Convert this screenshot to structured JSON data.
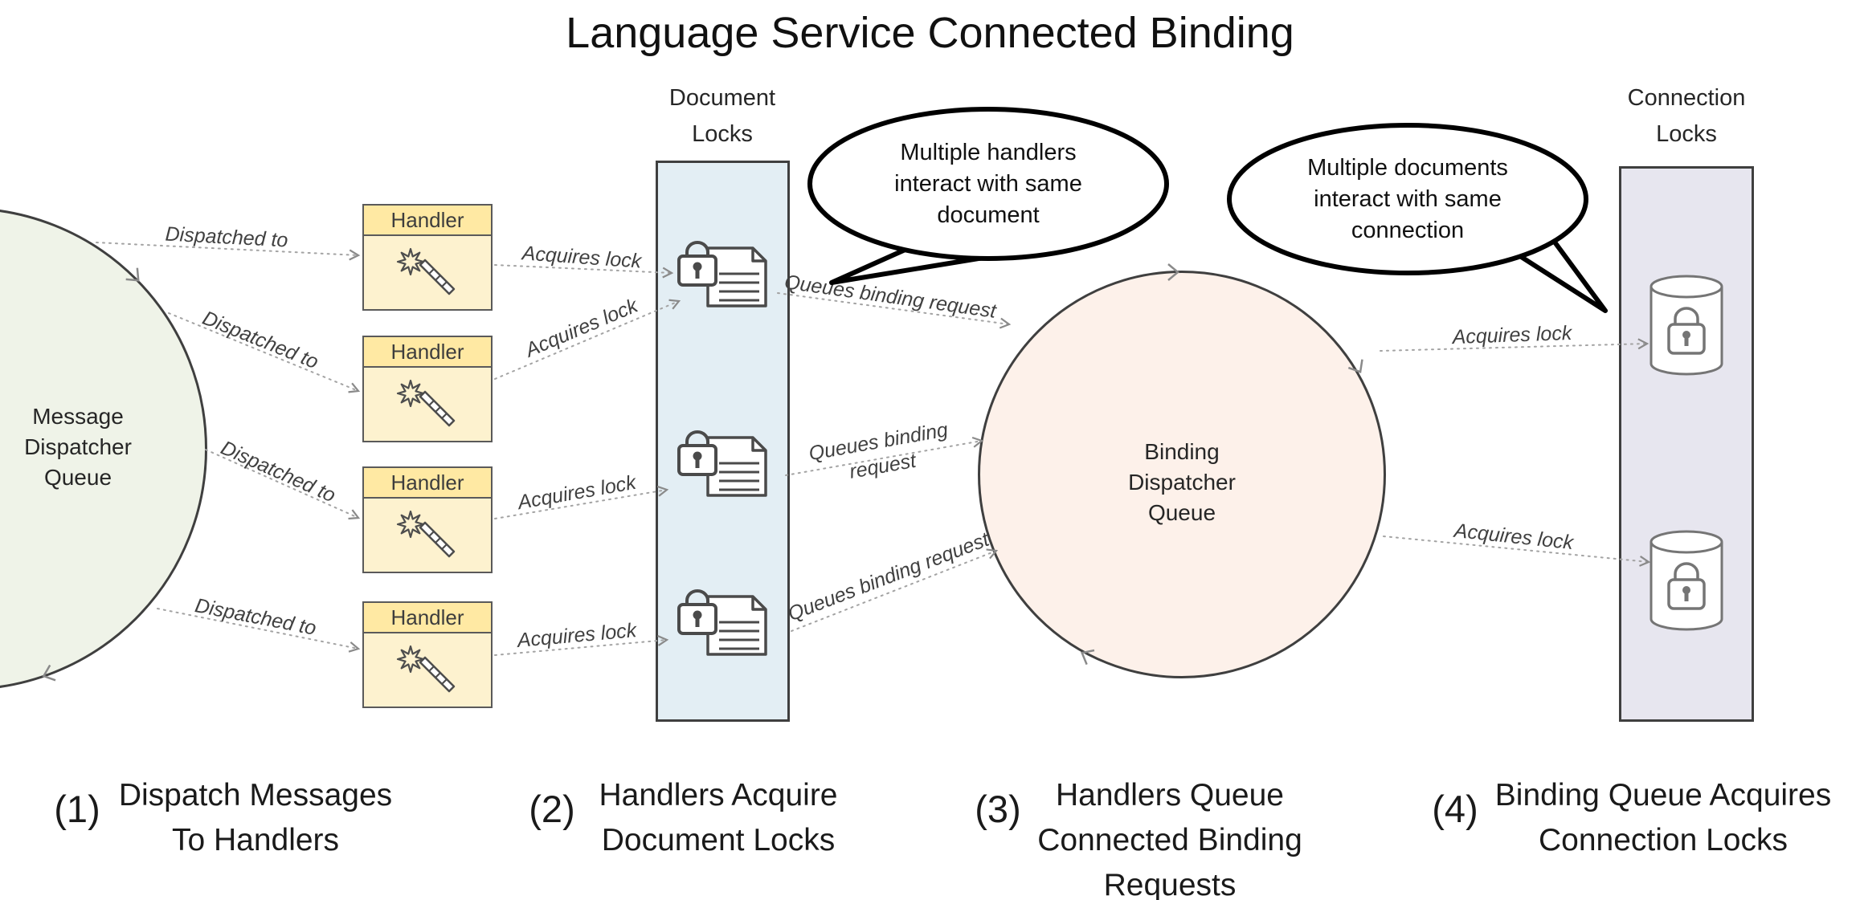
{
  "title": "Language Service Connected Binding",
  "message_queue": {
    "lines": [
      "Message",
      "Dispatcher",
      "Queue"
    ]
  },
  "handlers": [
    {
      "label": "Handler"
    },
    {
      "label": "Handler"
    },
    {
      "label": "Handler"
    },
    {
      "label": "Handler"
    }
  ],
  "document_locks": {
    "title_lines": [
      "Document",
      "Locks"
    ]
  },
  "connection_locks": {
    "title_lines": [
      "Connection",
      "Locks"
    ]
  },
  "binding_queue": {
    "lines": [
      "Binding",
      "Dispatcher",
      "Queue"
    ]
  },
  "bubbles": [
    {
      "lines": [
        "Multiple handlers",
        "interact with same",
        "document"
      ]
    },
    {
      "lines": [
        "Multiple documents",
        "interact with same",
        "connection"
      ]
    }
  ],
  "edge_labels": {
    "dispatched_to": "Dispatched to",
    "acquires_lock": "Acquires lock",
    "queues_binding_request": "Queues binding request",
    "queues_binding_line1": "Queues binding",
    "queues_binding_line2": "request"
  },
  "captions": [
    {
      "number": "(1)",
      "lines": [
        "Dispatch Messages",
        "To Handlers"
      ]
    },
    {
      "number": "(2)",
      "lines": [
        "Handlers Acquire",
        "Document Locks"
      ]
    },
    {
      "number": "(3)",
      "lines": [
        "Handlers Queue",
        "Connected Binding",
        "Requests"
      ]
    },
    {
      "number": "(4)",
      "lines": [
        "Binding Queue Acquires",
        "Connection Locks"
      ]
    }
  ],
  "icons": {
    "handler": "magic-wand-icon",
    "document_lock": "padlock-document-icon",
    "connection_lock": "database-padlock-icon"
  },
  "colors": {
    "message_queue_fill": "#eff3e8",
    "binding_queue_fill": "#fdf1ea",
    "document_locks_fill": "#e3eef4",
    "connection_locks_fill": "#e7e6ef",
    "handler_header_fill": "#ffe9a3",
    "handler_body_fill": "#fdf2cf",
    "outline": "#3f3f3f",
    "connector": "#9a9a9a"
  }
}
